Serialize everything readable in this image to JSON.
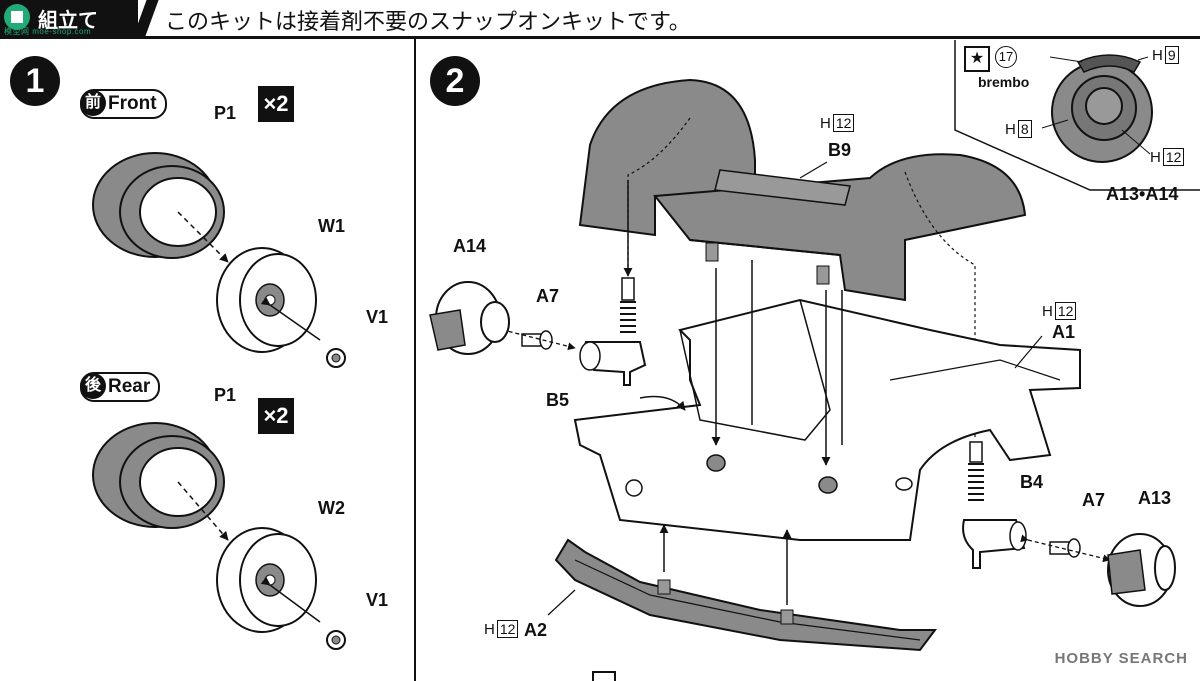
{
  "header": {
    "section_title": "組立て",
    "watermark": "模型网 moe-shop.com",
    "instruction": "このキットは接着剤不要のスナップオンキットです。"
  },
  "step1": {
    "number": "1",
    "front": {
      "kanji": "前",
      "label": "Front",
      "times": "×2",
      "parts": {
        "tire": "P1",
        "wheel": "W1",
        "cap": "V1"
      }
    },
    "rear": {
      "kanji": "後",
      "label": "Rear",
      "times": "×2",
      "parts": {
        "tire": "P1",
        "wheel": "W2",
        "cap": "V1"
      }
    }
  },
  "step2": {
    "number": "2",
    "inset": {
      "num17": "17",
      "brand": "brembo",
      "h9": "9",
      "h8": "8",
      "h12": "12",
      "caption": "A13•A14"
    },
    "labels": {
      "b9": "B9",
      "b9_h": "12",
      "a14": "A14",
      "a7_left": "A7",
      "b5": "B5",
      "a1": "A1",
      "a1_h": "12",
      "b4": "B4",
      "a7_right": "A7",
      "a13": "A13",
      "a2": "A2",
      "a2_h": "12",
      "h_prefix": "H"
    }
  },
  "footer": {
    "brand": "HOBBY SEARCH"
  },
  "colors": {
    "part_gray": "#8a8a8a",
    "ink": "#111111",
    "paper": "#ffffff"
  }
}
